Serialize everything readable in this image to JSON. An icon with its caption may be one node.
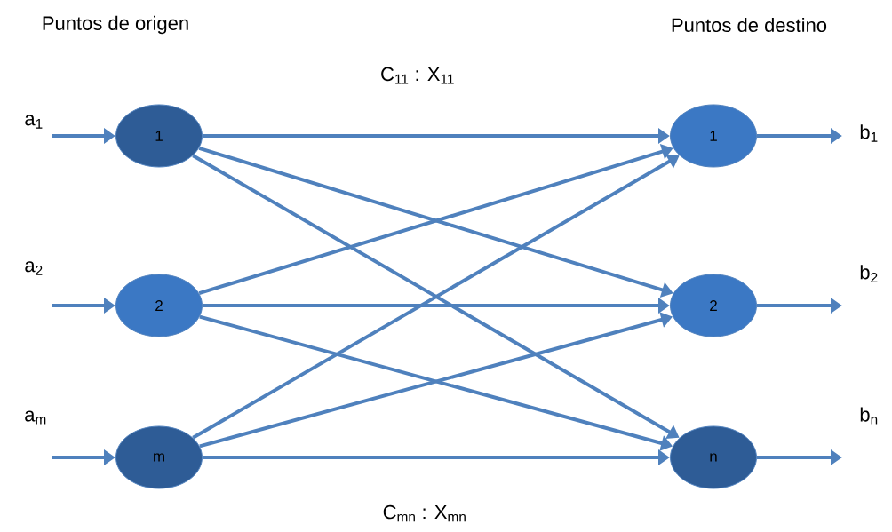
{
  "diagram": {
    "nodes": [
      {
        "text": [
          "1"
        ]
      },
      {
        "text": [
          "2"
        ]
      },
      {
        "text": [
          "m"
        ]
      },
      {
        "text": [
          "1"
        ]
      },
      {
        "text": [
          "2"
        ]
      },
      {
        "text": [
          "n"
        ]
      }
    ],
    "edges": [
      {
        "from": null,
        "to": 0,
        "arrow": "to"
      },
      {
        "from": null,
        "to": 1,
        "arrow": "to"
      },
      {
        "from": null,
        "to": 2,
        "arrow": "to"
      },
      {
        "from": 0,
        "to": 3,
        "arrow": "to",
        "label": "C$_{11}$ : X$_{11}$"
      },
      {
        "from": 0,
        "to": 4,
        "arrow": "to"
      },
      {
        "from": 0,
        "to": 5,
        "arrow": "to"
      },
      {
        "from": 1,
        "to": 3,
        "arrow": "to"
      },
      {
        "from": 1,
        "to": 4,
        "arrow": "to"
      },
      {
        "from": 1,
        "to": 5,
        "arrow": "to"
      },
      {
        "from": 2,
        "to": 3,
        "arrow": "to"
      },
      {
        "from": 2,
        "to": 4,
        "arrow": "to"
      },
      {
        "from": 2,
        "to": 5,
        "arrow": "to",
        "label": "C$_{mn}$ : X$_{mn}$"
      },
      {
        "from": 3,
        "to": null,
        "arrow": "to"
      },
      {
        "from": 4,
        "to": null,
        "arrow": "to"
      },
      {
        "from": 5,
        "to": null,
        "arrow": "to"
      }
    ],
    "labels": [
      "Puntos de origen",
      "Puntos de destino",
      "a$_{1}$",
      "b$_{1}$",
      "a$_{2}$",
      "b$_{2}$",
      "a$_{m}$",
      "b$_{n}$"
    ]
  }
}
